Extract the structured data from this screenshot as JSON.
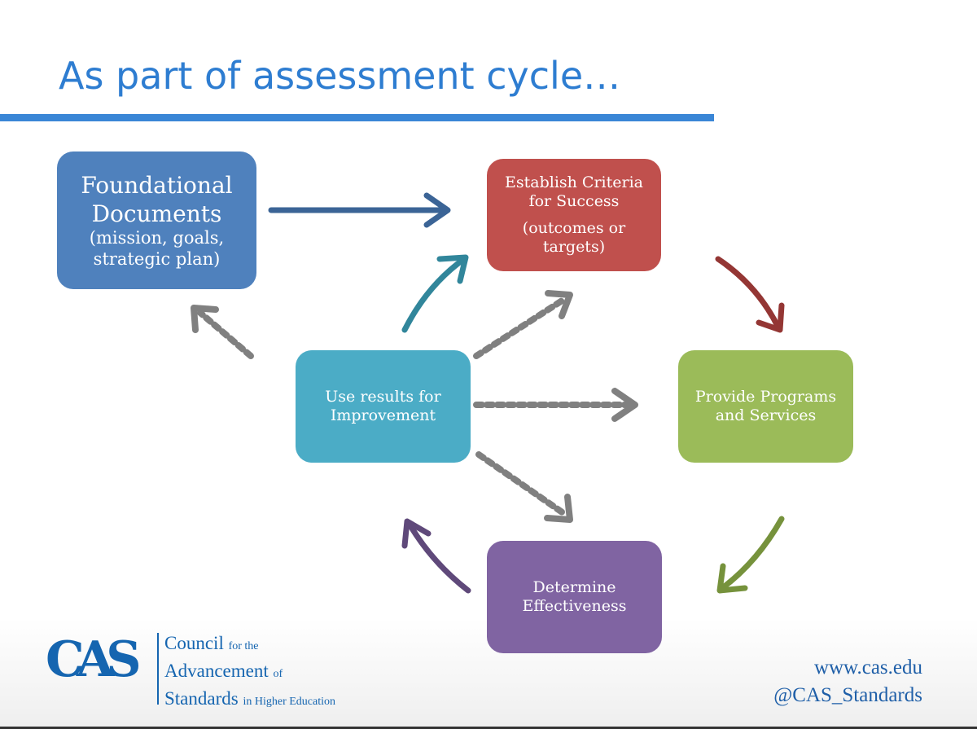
{
  "slide": {
    "title": "As part of assessment cycle…",
    "colors": {
      "title": "#2e7dd1",
      "foundational": "#4f81bd",
      "criteria": "#c0504d",
      "programs": "#9bbb59",
      "effectiveness": "#8064a2",
      "results": "#4bacc6",
      "dotted": "#808080"
    }
  },
  "boxes": {
    "foundational": {
      "line1": "Foundational",
      "line2": "Documents",
      "line3": "(mission, goals,",
      "line4": "strategic plan)"
    },
    "criteria": {
      "line1": "Establish Criteria",
      "line2": "for Success",
      "line3": "(outcomes or",
      "line4": "targets)"
    },
    "programs": {
      "line1": "Provide Programs",
      "line2": "and Services"
    },
    "effectiveness": {
      "line1": "Determine",
      "line2": "Effectiveness"
    },
    "results": {
      "line1": "Use results for",
      "line2": "Improvement"
    }
  },
  "footer": {
    "logo_mark": "CAS",
    "org_line1": "Council",
    "org_line1_small": "for the",
    "org_line2": "Advancement",
    "org_line2_small": "of",
    "org_line3": "Standards",
    "org_line3_small": "in Higher Education",
    "website": "www.cas.edu",
    "twitter": "@CAS_Standards"
  }
}
